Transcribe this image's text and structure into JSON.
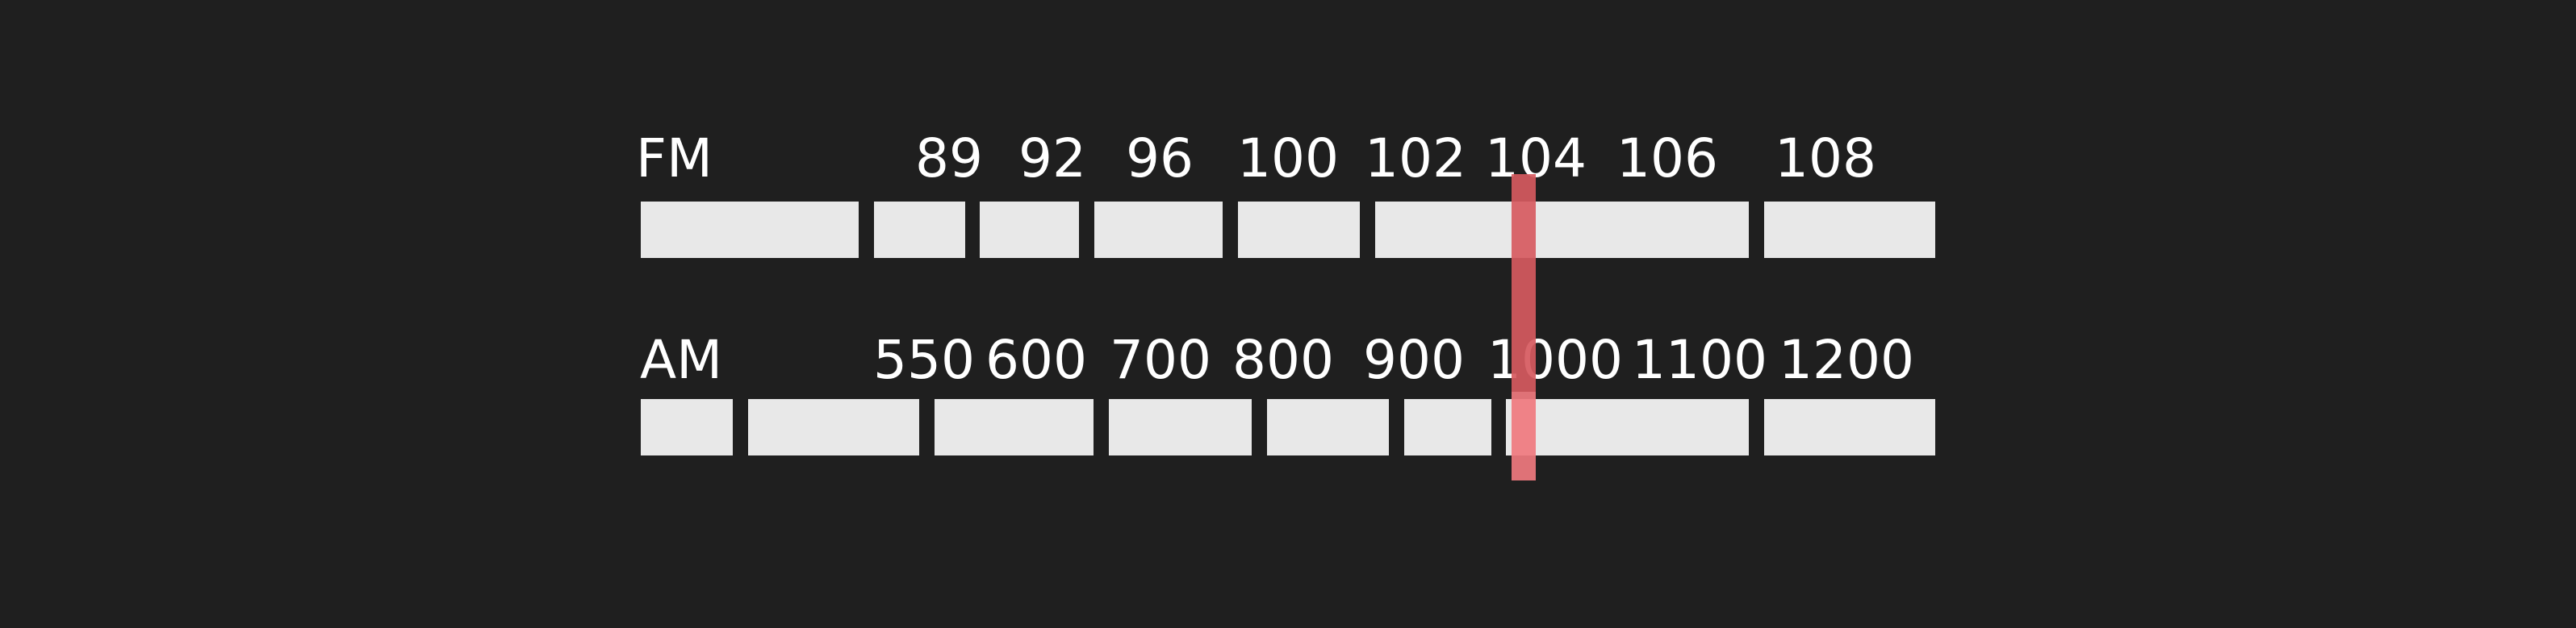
{
  "fm": {
    "label": "FM",
    "ticks": [
      "89",
      "92",
      "96",
      "100",
      "102",
      "104",
      "106",
      "108"
    ]
  },
  "am": {
    "label": "AM",
    "ticks": [
      "550",
      "600",
      "700",
      "800",
      "900",
      "1000",
      "1100",
      "1200"
    ]
  },
  "needle": {
    "color": "#d65a5f",
    "fm_value": 104,
    "am_value": 1000
  },
  "colors": {
    "background": "#1f1f1f",
    "segment": "#e8e8e8",
    "text": "#ffffff"
  }
}
